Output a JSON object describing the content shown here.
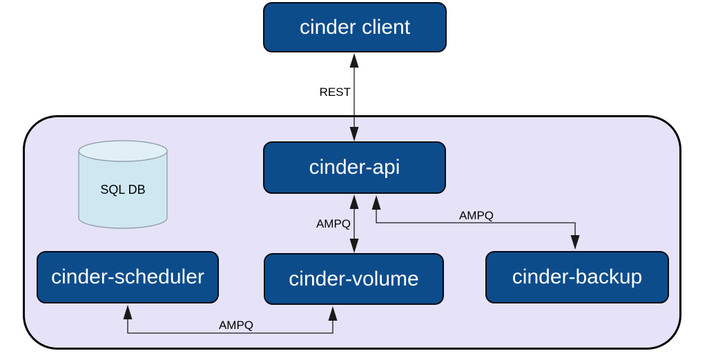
{
  "diagram": {
    "nodes": {
      "client": {
        "label": "cinder client"
      },
      "api": {
        "label": "cinder-api"
      },
      "scheduler": {
        "label": "cinder-scheduler"
      },
      "volume": {
        "label": "cinder-volume"
      },
      "backup": {
        "label": "cinder-backup"
      },
      "db": {
        "label": "SQL DB"
      }
    },
    "edges": {
      "client_api": {
        "label": "REST",
        "style": "double-arrow"
      },
      "api_volume": {
        "label": "AMPQ",
        "style": "double-arrow"
      },
      "api_backup": {
        "label": "AMPQ",
        "style": "double-arrow-elbow"
      },
      "scheduler_volume": {
        "label": "AMPQ",
        "style": "double-arrow-elbow"
      }
    },
    "colors": {
      "node_fill": "#0d4c8b",
      "node_border": "#050a14",
      "node_text": "#ffffff",
      "container_fill": "#e6e3f8",
      "container_border": "#000000",
      "db_body": "#cfe7f0",
      "db_top": "#e1eff6",
      "db_border": "#8a98a3",
      "edge_color": "#1a1a1a",
      "label_color": "#000000"
    }
  }
}
